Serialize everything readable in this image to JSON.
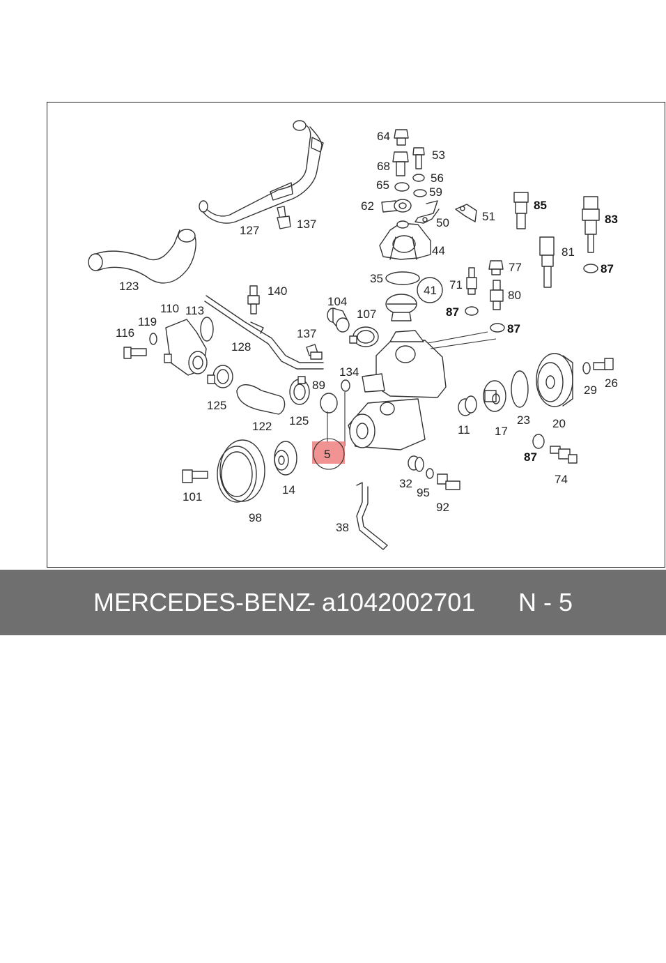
{
  "footer": {
    "brand": "MERCEDES-BENZ",
    "separator": "-",
    "part_number": "a1042002701",
    "position": "N - 5"
  },
  "diagram": {
    "highlighted_label": "5",
    "highlight_color": "#f08080",
    "labels": {
      "p64": "64",
      "p68": "68",
      "p53": "53",
      "p56": "56",
      "p65": "65",
      "p59": "59",
      "p62": "62",
      "p51": "51",
      "p50": "50",
      "p85": "85",
      "p83": "83",
      "p44": "44",
      "p127": "127",
      "p137a": "137",
      "p81": "81",
      "p87a": "87",
      "p77": "77",
      "p123": "123",
      "p35": "35",
      "p41": "41",
      "p71": "71",
      "p80": "80",
      "p140": "140",
      "p104": "104",
      "p110": "110",
      "p113": "113",
      "p107": "107",
      "p87b": "87",
      "p87c": "87",
      "p119": "119",
      "p116": "116",
      "p137b": "137",
      "p128": "128",
      "p134": "134",
      "p89": "89",
      "p29": "29",
      "p26": "26",
      "p125a": "125",
      "p122": "122",
      "p125b": "125",
      "p11": "11",
      "p17": "17",
      "p23": "23",
      "p20": "20",
      "p5": "5",
      "p87d": "87",
      "p74": "74",
      "p14": "14",
      "p101": "101",
      "p98": "98",
      "p32": "32",
      "p95": "95",
      "p92": "92",
      "p38": "38"
    }
  }
}
